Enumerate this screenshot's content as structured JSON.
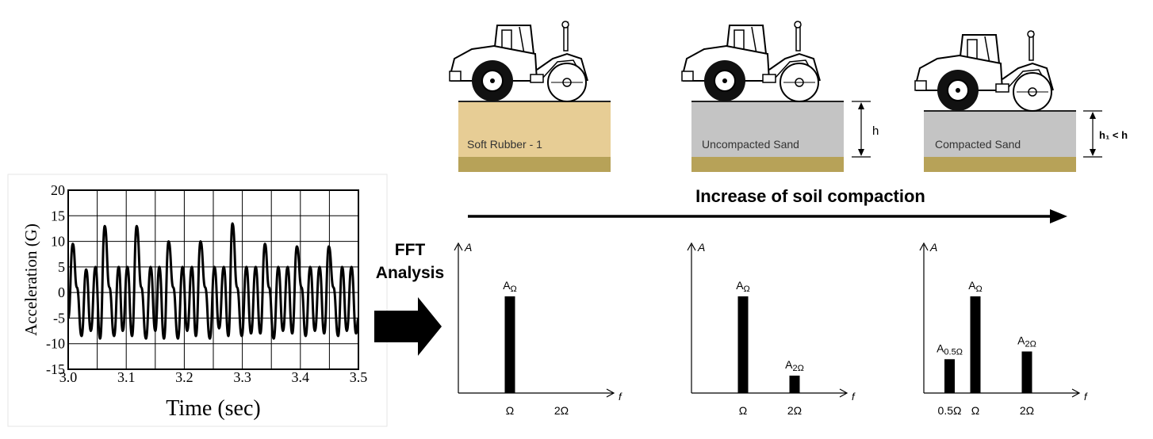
{
  "time_plot": {
    "ylabel": "Acceleration (G)",
    "xlabel": "Time (sec)",
    "x_ticks": [
      "3.0",
      "3.1",
      "3.2",
      "3.3",
      "3.4",
      "3.5"
    ],
    "y_ticks": [
      "20",
      "15",
      "10",
      "5",
      "0",
      "-5",
      "-10",
      "-15"
    ]
  },
  "chart_data": {
    "type": "line",
    "xlabel": "Time (sec)",
    "ylabel": "Acceleration (G)",
    "xlim": [
      3.0,
      3.5
    ],
    "ylim": [
      -15,
      20
    ],
    "grid": true,
    "series": [
      {
        "x": [
          3.0,
          3.008,
          3.015,
          3.023,
          3.031,
          3.039,
          3.047,
          3.055,
          3.063,
          3.071,
          3.079,
          3.087,
          3.094,
          3.102,
          3.11,
          3.118,
          3.126,
          3.134,
          3.142,
          3.15,
          3.157,
          3.165,
          3.173,
          3.181,
          3.189,
          3.197,
          3.205,
          3.213,
          3.22,
          3.228,
          3.236,
          3.244,
          3.252,
          3.26,
          3.268,
          3.276,
          3.283,
          3.291,
          3.299,
          3.307,
          3.315,
          3.323,
          3.331,
          3.339,
          3.346,
          3.354,
          3.362,
          3.37,
          3.378,
          3.386,
          3.394,
          3.402,
          3.409,
          3.417,
          3.425,
          3.433,
          3.441,
          3.449,
          3.457,
          3.465,
          3.472,
          3.48,
          3.488,
          3.496,
          3.5
        ],
        "y": [
          -5,
          9.5,
          1,
          -8.5,
          4.5,
          -7.5,
          5,
          -9,
          13,
          1,
          -8.5,
          5,
          -7.5,
          5,
          -8.5,
          13,
          1,
          -9,
          5,
          -7.5,
          5,
          -9,
          10,
          1,
          -9,
          5,
          -7.5,
          5,
          -8.5,
          10,
          1,
          -9,
          5,
          -7,
          5,
          -8.5,
          13.5,
          1,
          -8.5,
          5,
          -8,
          5,
          -8,
          9.5,
          1,
          -9,
          5,
          -7.5,
          5,
          -8,
          9,
          1,
          -8.5,
          5,
          -7.5,
          5,
          -8,
          9,
          1,
          -8.5,
          5,
          -7.5,
          5,
          -8,
          -5
        ]
      }
    ]
  },
  "fft_label": [
    "FFT",
    "Analysis"
  ],
  "arrow_label": "Increase of soil compaction",
  "scenarios": [
    {
      "label": "Soft Rubber - 1",
      "ground_color": "#e7cd95",
      "dim_label": ""
    },
    {
      "label": "Uncompacted Sand",
      "ground_color": "#c4c4c4",
      "dim_label": "h"
    },
    {
      "label": "Compacted Sand",
      "ground_color": "#c4c4c4",
      "dim_label": "h₁ < h"
    }
  ],
  "spectra": [
    {
      "axis_y": "A",
      "axis_x": "f",
      "bars": [
        {
          "freq": 1,
          "amp": 1.0,
          "label": "AΩ"
        }
      ],
      "x_ticks": [
        "Ω",
        "2Ω"
      ]
    },
    {
      "axis_y": "A",
      "axis_x": "f",
      "bars": [
        {
          "freq": 1,
          "amp": 1.0,
          "label": "AΩ"
        },
        {
          "freq": 2,
          "amp": 0.18,
          "label": "A2Ω"
        }
      ],
      "x_ticks": [
        "Ω",
        "2Ω"
      ]
    },
    {
      "axis_y": "A",
      "axis_x": "f",
      "bars": [
        {
          "freq": 0.5,
          "amp": 0.35,
          "label": "A0.5Ω"
        },
        {
          "freq": 1,
          "amp": 1.0,
          "label": "AΩ"
        },
        {
          "freq": 2,
          "amp": 0.43,
          "label": "A2Ω"
        }
      ],
      "x_ticks": [
        "0.5Ω",
        "Ω",
        "2Ω"
      ]
    }
  ],
  "colors": {
    "bar": "#000000",
    "subsoil": "#b7a258",
    "sand": "#c4c4c4",
    "rubber": "#e7cd95"
  }
}
